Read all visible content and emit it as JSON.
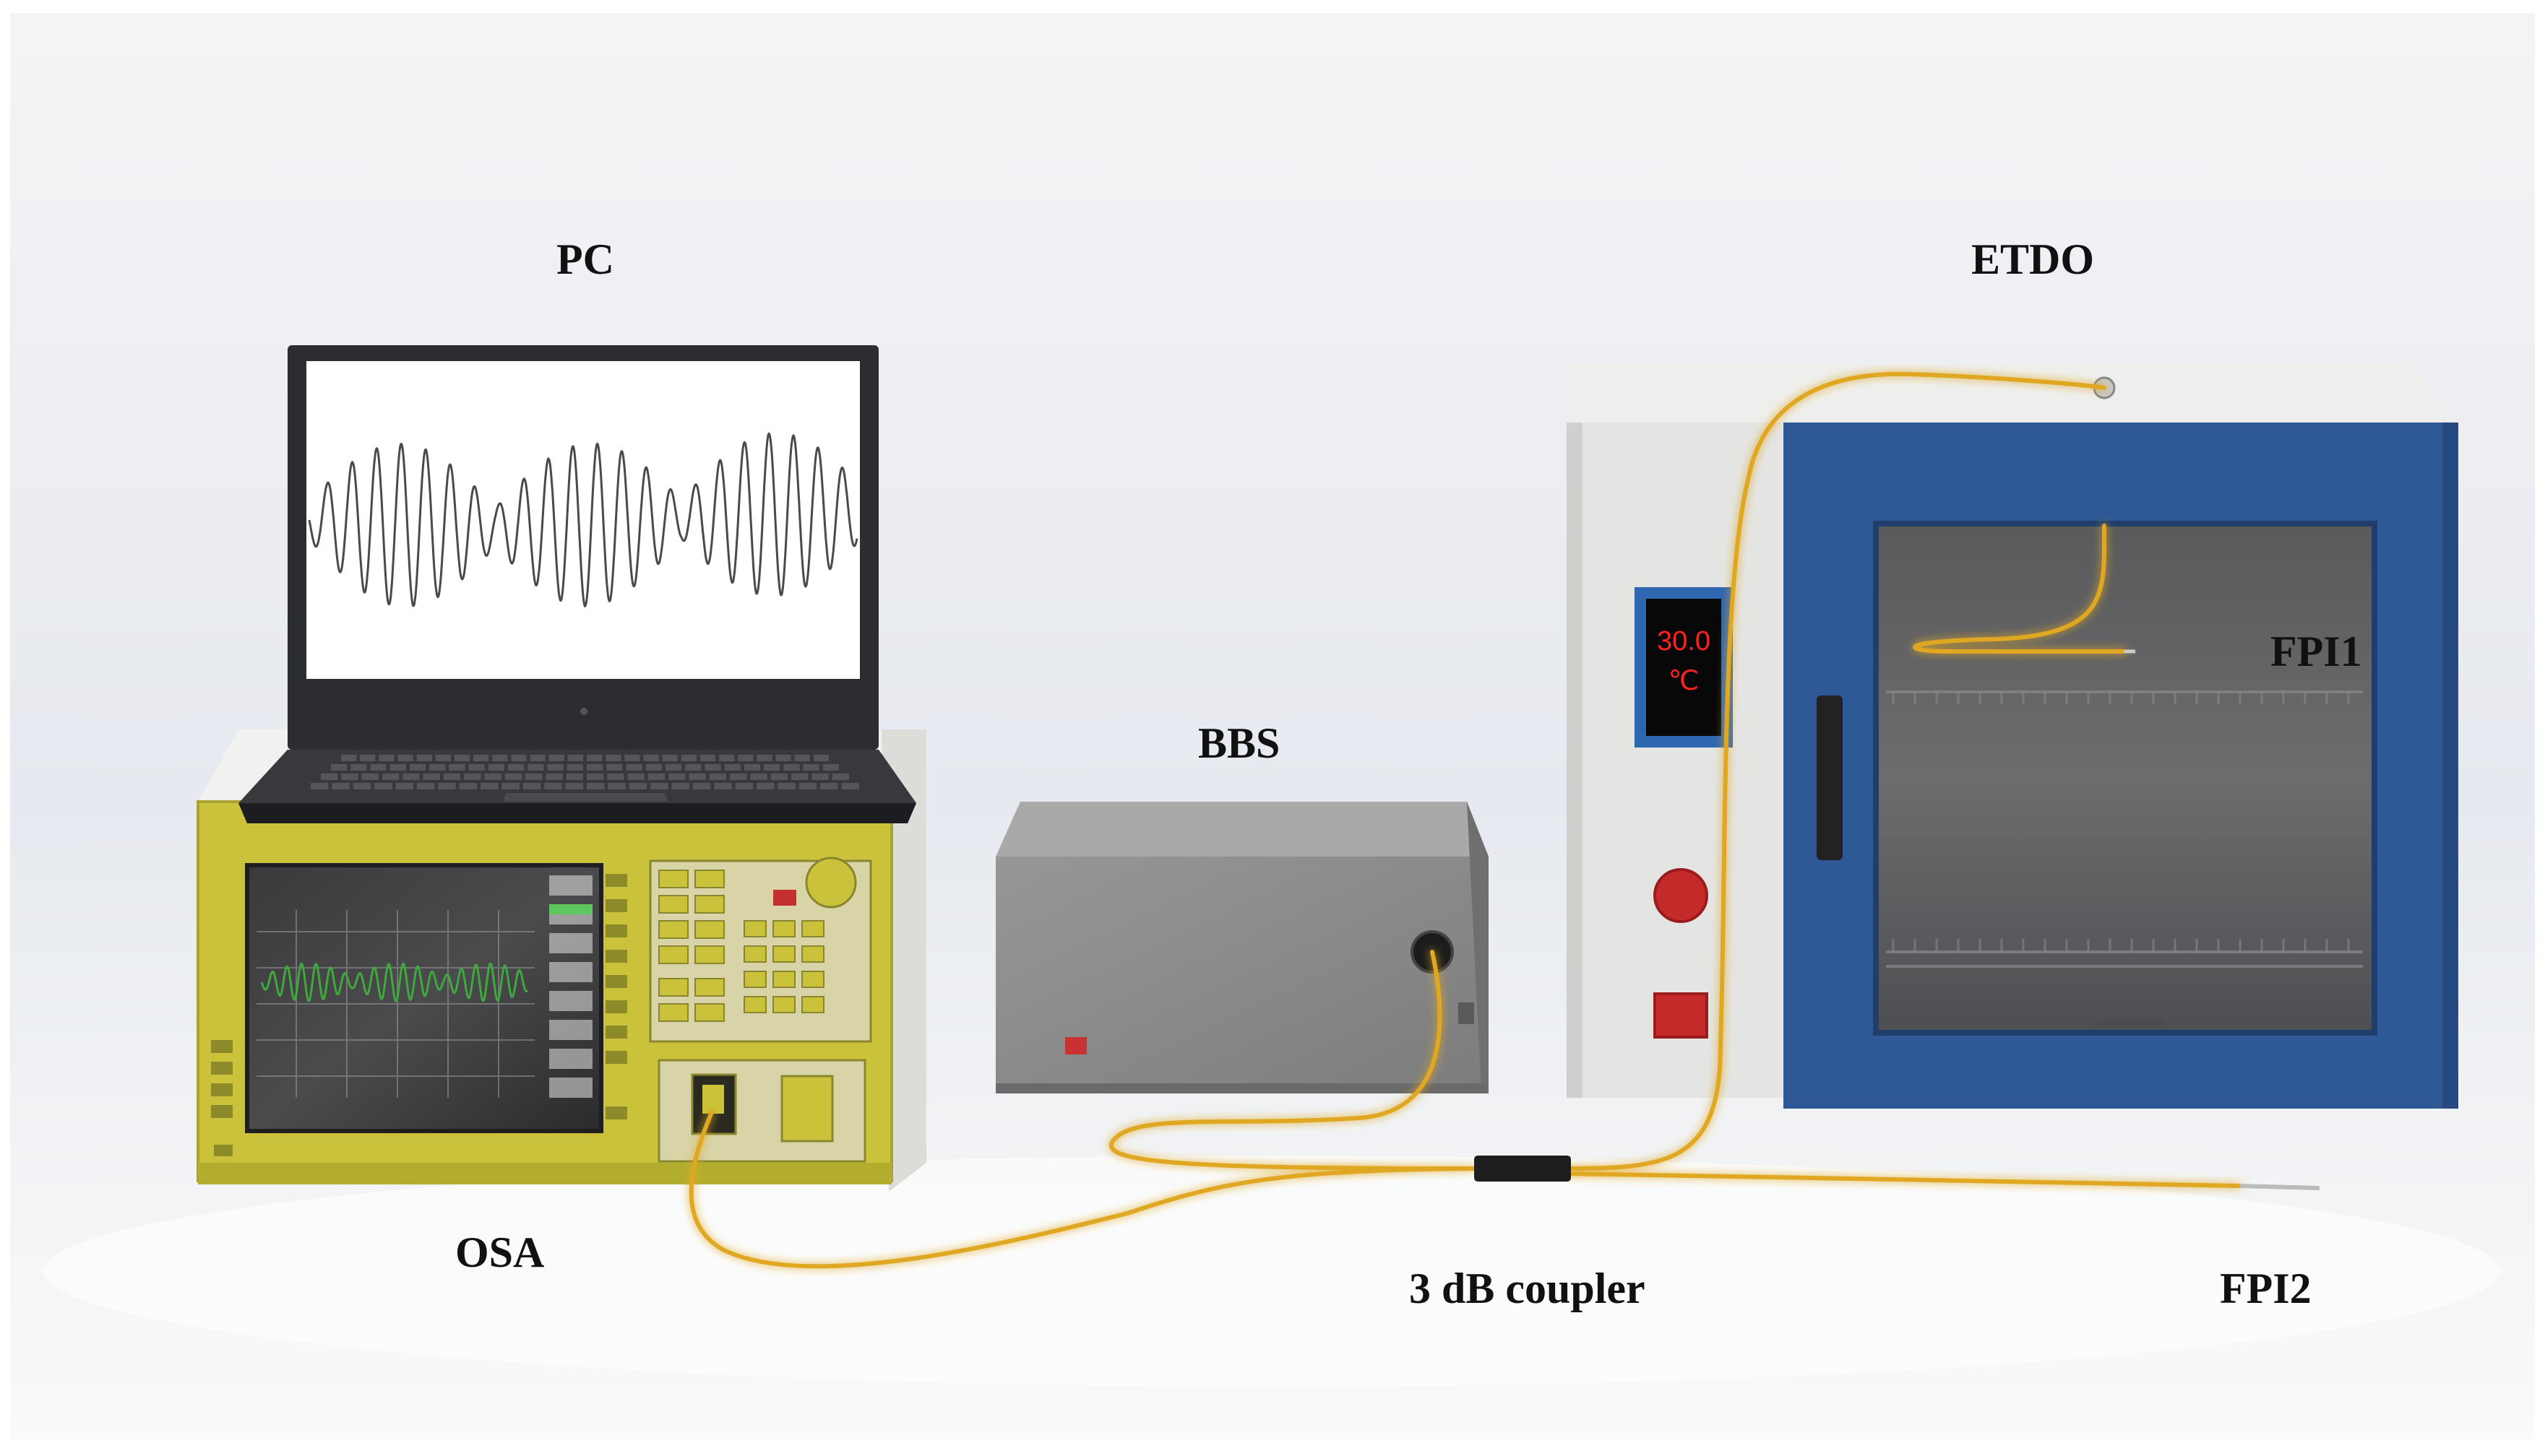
{
  "labels": {
    "pc": "PC",
    "etdo": "ETDO",
    "bbs": "BBS",
    "fpi1": "FPI1",
    "osa": "OSA",
    "coupler": "3 dB coupler",
    "fpi2": "FPI2"
  },
  "oven_display": {
    "value": "30.0",
    "unit": "℃"
  },
  "colors": {
    "fiber": "#e0a820",
    "osa_body": "#c9c23a",
    "oven_door": "#2f5896",
    "oven_body": "#e4e4e2",
    "bbs_body": "#8c8c8c",
    "laptop": "#2c2d30",
    "display_text": "#ff2020",
    "trace_osa": "#3fa83f"
  }
}
